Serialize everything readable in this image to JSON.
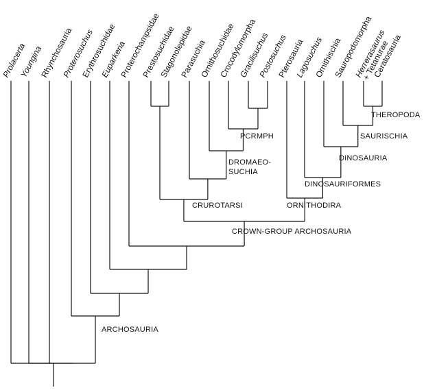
{
  "taxa": [
    {
      "label": "Prolacerta",
      "italic": true
    },
    {
      "label": "Youngina",
      "italic": true
    },
    {
      "label": "Rhynchosauria",
      "italic": false
    },
    {
      "label": "Proterosuchus",
      "italic": true
    },
    {
      "label": "Erythrosuchidae",
      "italic": false
    },
    {
      "label": "Euparkeria",
      "italic": true
    },
    {
      "label": "Proterochampsidae",
      "italic": false
    },
    {
      "label": "Prestosuchidae",
      "italic": false
    },
    {
      "label": "Stagonolepidae",
      "italic": false
    },
    {
      "label": "Parasuchia",
      "italic": false
    },
    {
      "label": "Ornithosuchidae",
      "italic": false
    },
    {
      "label": "Crocodylomorpha",
      "italic": false
    },
    {
      "label": "Gracilisuchus",
      "italic": true
    },
    {
      "label": "Postosuchus",
      "italic": true
    },
    {
      "label": "Pterosauria",
      "italic": false
    },
    {
      "label": "Lagosuchus",
      "italic": true
    },
    {
      "label": "Ornithischia",
      "italic": false
    },
    {
      "label": "Sauropodomorpha",
      "italic": false
    },
    {
      "label": "Herrerasaurus",
      "italic": true
    },
    {
      "label": "Ceratosauria",
      "italic": false
    }
  ],
  "taxon_extra": "+ Tetanurae",
  "clades": {
    "theropoda": "THEROPODA",
    "saurischia": "SAURISCHIA",
    "pcrmph": "PCRMPH",
    "dinosauria": "DINOSAURIA",
    "dromaeosuchia_1": "DROMAEO-",
    "dromaeosuchia_2": "SUCHIA",
    "dinosauriformes": "DINOSAURIFORMES",
    "crurotarsi": "CRUROTARSI",
    "ornithodira": "ORNITHODIRA",
    "crown_group": "CROWN-GROUP ARCHOSAURIA",
    "archosauria": "ARCHOSAURIA"
  }
}
